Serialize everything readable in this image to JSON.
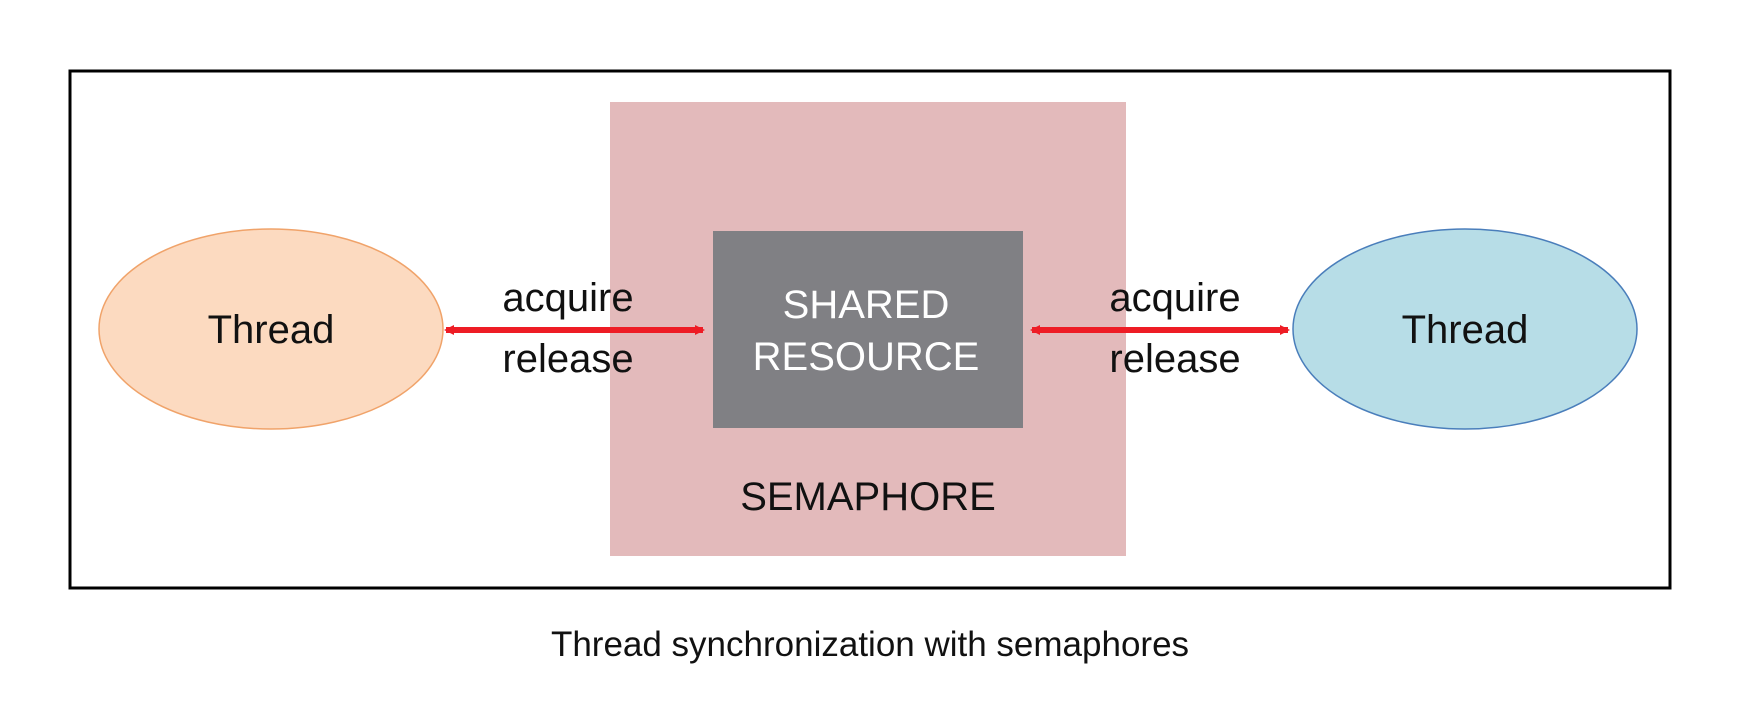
{
  "diagram": {
    "nodes": {
      "left_thread": {
        "label": "Thread",
        "fill": "#FCDAC0",
        "stroke": "#F0A36A"
      },
      "right_thread": {
        "label": "Thread",
        "fill": "#B7DDE7",
        "stroke": "#4A7EBB"
      },
      "shared_resource": {
        "line1": "SHARED",
        "line2": "RESOURCE",
        "fill": "#808084"
      },
      "semaphore": {
        "label": "SEMAPHORE",
        "fill": "#E3BABB"
      }
    },
    "edges": {
      "left": {
        "acquire_label": "acquire",
        "release_label": "release",
        "color": "#EE1C25"
      },
      "right": {
        "acquire_label": "acquire",
        "release_label": "release",
        "color": "#EE1C25"
      }
    },
    "frame_color": "#000000"
  },
  "caption": "Thread synchronization with semaphores"
}
